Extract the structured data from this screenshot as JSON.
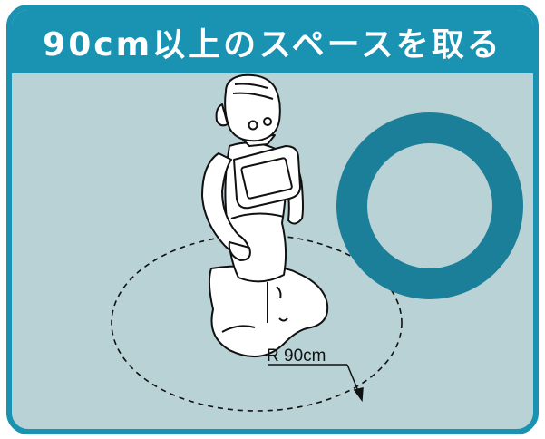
{
  "header": {
    "title": "90cm以上のスペースを取る"
  },
  "illustration": {
    "radius_label": "R 90cm",
    "icons": [
      "robot-icon",
      "circle-ok-icon",
      "dashed-radius-circle",
      "radius-arrow-icon"
    ]
  },
  "colors": {
    "frame": "#1a93b3",
    "panel": "#b9d2d6",
    "ring": "#1b7f99",
    "title_text": "#ffffff",
    "line": "#111111"
  }
}
